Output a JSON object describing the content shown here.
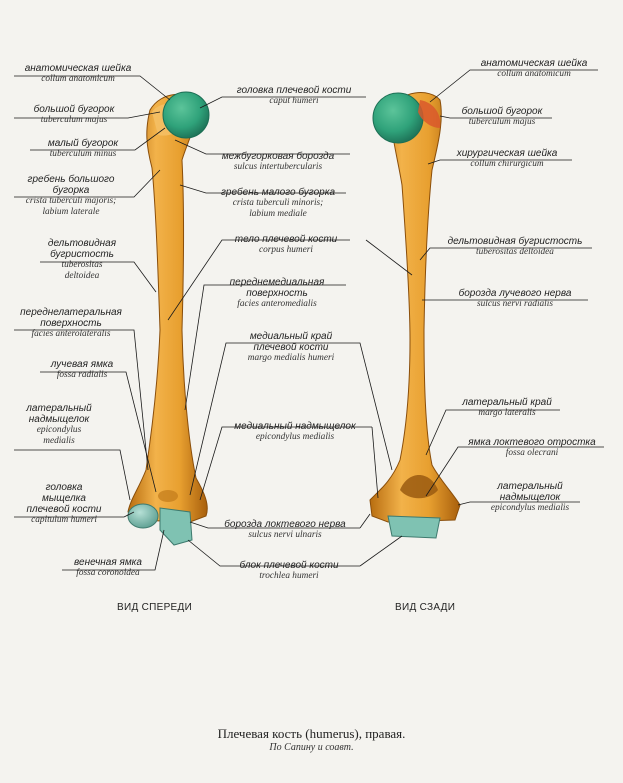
{
  "colors": {
    "bone": "#e8a030",
    "bone_dark": "#b86d10",
    "head": "#2fa27a",
    "head_dark": "#1c6e54",
    "trochlea": "#6fb7a8",
    "leader": "#1a1a1a",
    "page": "#f4f3ef"
  },
  "views": {
    "front": "ВИД СПЕРЕДИ",
    "back": "ВИД СЗАДИ"
  },
  "caption": {
    "title": "Плечевая кость (humerus), правая.",
    "source": "По Сапину и соавт."
  },
  "labels": [
    {
      "id": "collum-anatomicum-front",
      "ru": "анатомическая шейка",
      "la": "collum anatomicum"
    },
    {
      "id": "tuberculum-majus-front",
      "ru": "большой бугорок",
      "la": "tuberculum majus"
    },
    {
      "id": "tuberculum-minus",
      "ru": "малый бугорок",
      "la": "tuberculum minus"
    },
    {
      "id": "crista-tuberculi-majoris",
      "ru": "гребень большого\nбугорка",
      "la": "crista tuberculi majoris;\nlabium laterale"
    },
    {
      "id": "tuberositas-deltoidea-front",
      "ru": "дельтовидная\nбугристость",
      "la": "tuberositas\ndeltoidea"
    },
    {
      "id": "facies-anterolateralis",
      "ru": "переднелатеральная\nповерхность",
      "la": "facies anterolateralis"
    },
    {
      "id": "fossa-radialis",
      "ru": "лучевая ямка",
      "la": "fossa radialis"
    },
    {
      "id": "epicondylus-lateralis-front",
      "ru": "латеральный\nнадмыщелок",
      "la": "epicondylus\nmedialis"
    },
    {
      "id": "capitulum-humeri",
      "ru": "головка\nмыщелка\nплечевой кости",
      "la": "capitulum humeri"
    },
    {
      "id": "fossa-coronoidea",
      "ru": "венечная ямка",
      "la": "fossa coronoidea"
    },
    {
      "id": "caput-humeri",
      "ru": "головка плечевой кости",
      "la": "caput humeri"
    },
    {
      "id": "sulcus-intertubercularis",
      "ru": "межбугорковая борозда",
      "la": "sulcus intertubercularis"
    },
    {
      "id": "crista-tuberculi-minoris",
      "ru": "гребень малого бугорка",
      "la": "crista tuberculi minoris;\nlabium mediale"
    },
    {
      "id": "corpus-humeri",
      "ru": "тело плечевой кости",
      "la": "corpus humeri"
    },
    {
      "id": "facies-anteromedialis",
      "ru": "переднемедиальная\nповерхность",
      "la": "facies anteromedialis"
    },
    {
      "id": "margo-medialis",
      "ru": "медиальный край\nплечевой кости",
      "la": "margo medialis humeri"
    },
    {
      "id": "epicondylus-medialis",
      "ru": "медиальный надмыщелок",
      "la": "epicondylus medialis"
    },
    {
      "id": "sulcus-nervi-ulnaris",
      "ru": "борозда локтевого нерва",
      "la": "sulcus nervi ulnaris"
    },
    {
      "id": "trochlea-humeri",
      "ru": "блок плечевой кости",
      "la": "trochlea humeri"
    },
    {
      "id": "collum-anatomicum-back",
      "ru": "анатомическая шейка",
      "la": "collum anatomicum"
    },
    {
      "id": "tuberculum-majus-back",
      "ru": "большой бугорок",
      "la": "tuberculum majus"
    },
    {
      "id": "collum-chirurgicum",
      "ru": "хирургическая шейка",
      "la": "collum chirurgicum"
    },
    {
      "id": "tuberositas-deltoidea-back",
      "ru": "дельтовидная бугристость",
      "la": "tuberositas deltoidea"
    },
    {
      "id": "sulcus-nervi-radialis",
      "ru": "борозда лучевого нерва",
      "la": "sulcus nervi radialis"
    },
    {
      "id": "margo-lateralis",
      "ru": "латеральный край",
      "la": "margo lateralis"
    },
    {
      "id": "fossa-olecrani",
      "ru": "ямка локтевого отростка",
      "la": "fossa olecrani"
    },
    {
      "id": "epicondylus-lateralis-back",
      "ru": "латеральный\nнадмыщелок",
      "la": "epicondylus medialis"
    }
  ]
}
